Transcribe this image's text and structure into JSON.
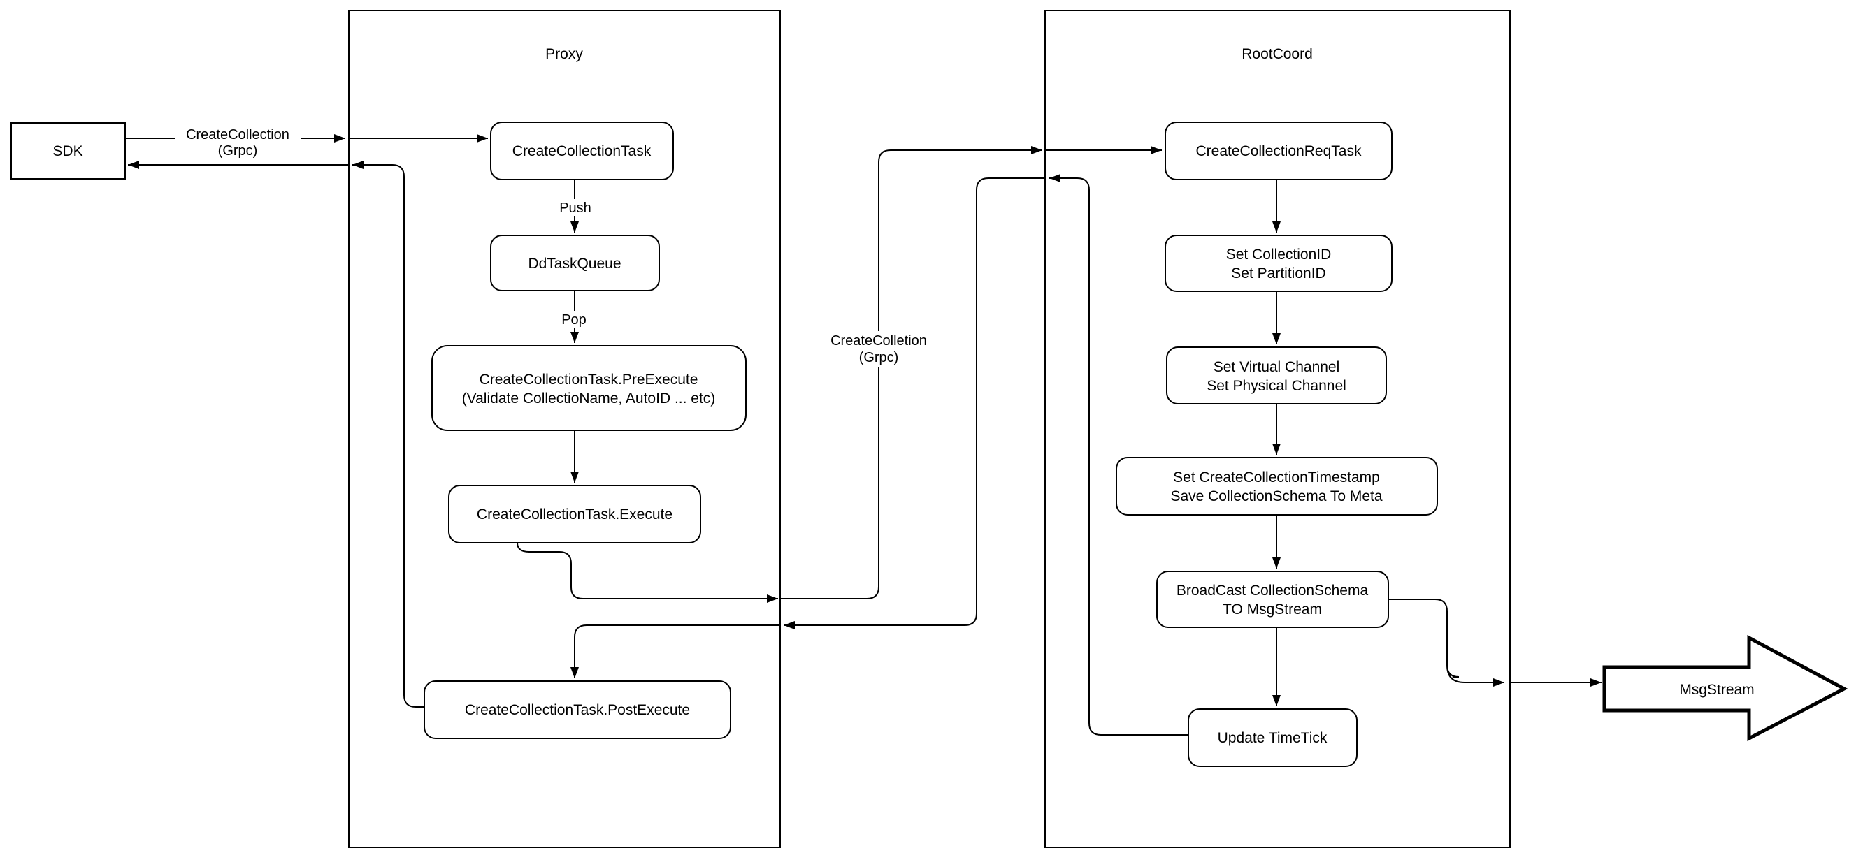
{
  "diagram": {
    "background": "#ffffff",
    "stroke_color": "#000000",
    "containers": {
      "proxy": {
        "title": "Proxy"
      },
      "rootcoord": {
        "title": "RootCoord"
      }
    },
    "nodes": {
      "sdk": {
        "label": "SDK"
      },
      "create_collection_task": {
        "label": "CreateCollectionTask"
      },
      "dd_task_queue": {
        "label": "DdTaskQueue"
      },
      "pre_execute": {
        "line1": "CreateCollectionTask.PreExecute",
        "line2": "(Validate CollectioName, AutoID ... etc)"
      },
      "execute": {
        "label": "CreateCollectionTask.Execute"
      },
      "post_execute": {
        "label": "CreateCollectionTask.PostExecute"
      },
      "create_collection_req_task": {
        "label": "CreateCollectionReqTask"
      },
      "set_collection_id": {
        "line1": "Set CollectionID",
        "line2": "Set PartitionID"
      },
      "set_virtual_channel": {
        "line1": "Set Virtual Channel",
        "line2": "Set Physical Channel"
      },
      "set_create_collection_timestamp": {
        "line1": "Set CreateCollectionTimestamp",
        "line2": "Save CollectionSchema To Meta"
      },
      "broadcast_collection_schema": {
        "line1": "BroadCast CollectionSchema",
        "line2": "TO MsgStream"
      },
      "update_time_tick": {
        "label": "Update TimeTick"
      },
      "msg_stream": {
        "label": "MsgStream"
      }
    },
    "edge_labels": {
      "sdk_grpc": {
        "line1": "CreateCollection",
        "line2": "(Grpc)"
      },
      "push": "Push",
      "pop": "Pop",
      "proxy_grpc": {
        "line1": "CreateColletion",
        "line2": "(Grpc)"
      }
    }
  }
}
